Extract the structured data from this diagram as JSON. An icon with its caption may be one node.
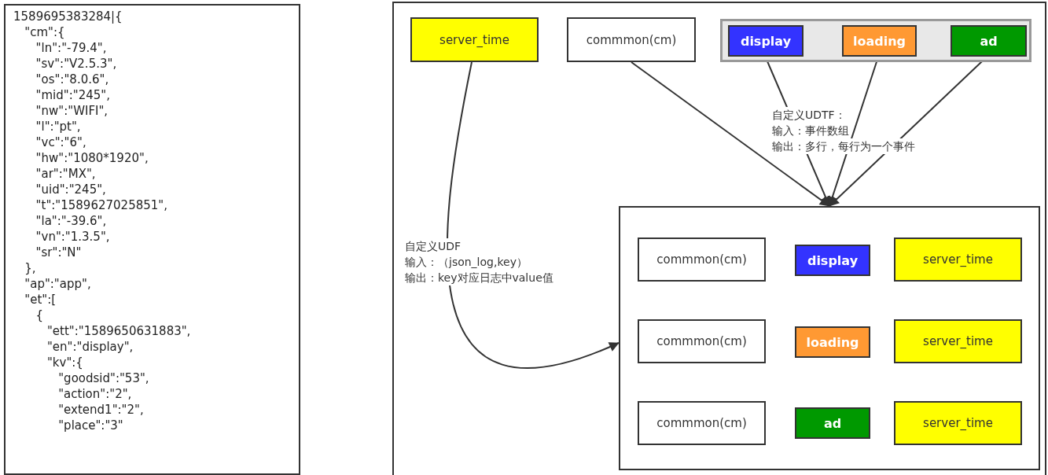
{
  "diagram": {
    "nodes": [
      {
        "text": [
          "1589695383284|{",
          "   \"cm\":{",
          "      \"ln\":\"-79.4\",",
          "      \"sv\":\"V2.5.3\",",
          "      \"os\":\"8.0.6\",",
          "      \"mid\":\"245\",",
          "      \"nw\":\"WIFI\",",
          "      \"l\":\"pt\",",
          "      \"vc\":\"6\",",
          "      \"hw\":\"1080*1920\",",
          "      \"ar\":\"MX\",",
          "      \"uid\":\"245\",",
          "      \"t\":\"1589627025851\",",
          "      \"la\":\"-39.6\",",
          "      \"vn\":\"1.3.5\",",
          "      \"sr\":\"N\"",
          "   },",
          "   \"ap\":\"app\",",
          "   \"et\":[",
          "      {",
          "         \"ett\":\"1589650631883\",",
          "         \"en\":\"display\",",
          "         \"kv\":{",
          "            \"goodsid\":\"53\",",
          "            \"action\":\"2\",",
          "            \"extend1\":\"2\",",
          "            \"place\":\"3\""
        ]
      },
      {
        "text": [
          "server_time"
        ]
      },
      {
        "text": [
          "commmon(cm)"
        ]
      },
      {
        "text": [],
        "shape": "box"
      },
      {
        "text": [
          "display"
        ],
        "in": 3
      },
      {
        "text": [
          "loading"
        ],
        "in": 3
      },
      {
        "text": [
          "ad"
        ],
        "in": 3
      },
      {
        "text": [],
        "shape": "box"
      },
      {
        "text": [
          "commmon(cm)"
        ],
        "in": 7
      },
      {
        "text": [
          "display"
        ],
        "in": 7
      },
      {
        "text": [
          "server_time"
        ],
        "in": 7
      },
      {
        "text": [
          "commmon(cm)"
        ],
        "in": 7
      },
      {
        "text": [
          "loading"
        ],
        "in": 7
      },
      {
        "text": [
          "server_time"
        ],
        "in": 7
      },
      {
        "text": [
          "commmon(cm)"
        ],
        "in": 7
      },
      {
        "text": [
          "ad"
        ],
        "in": 7
      },
      {
        "text": [
          "server_time"
        ],
        "in": 7
      }
    ],
    "edges": [
      {
        "from": 1,
        "to": 7,
        "arrow": "to"
      },
      {
        "from": 2,
        "to": 7,
        "arrow": "to"
      },
      {
        "from": 4,
        "to": 7,
        "arrow": "to"
      },
      {
        "from": 5,
        "to": 7,
        "arrow": "to"
      },
      {
        "from": 6,
        "to": 7,
        "arrow": "to"
      }
    ],
    "labels": [
      "自定义UDTF：",
      "输入：事件数组",
      "输出：多行，每行为一个事件",
      "自定义UDF",
      "输入：（json_log,key）",
      "输出：key对应日志中value值"
    ]
  }
}
